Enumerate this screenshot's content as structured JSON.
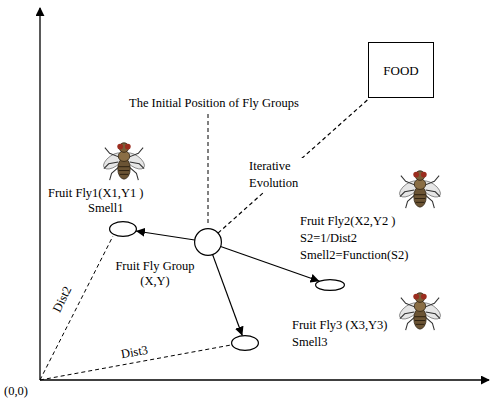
{
  "diagram": {
    "nodes": [
      {
        "text": [
          "FOOD"
        ]
      },
      {
        "text": [
          "Fruit Fly1(X1,Y1 )",
          "Smell1"
        ]
      },
      {
        "text": [
          "Fruit Fly Group (X,Y)"
        ]
      },
      {
        "text": [
          "Fruit Fly2(X2,Y2 )",
          "S2=1/Dist2",
          "Smell2=Function(S2)"
        ]
      },
      {
        "text": [
          "Fruit Fly3 (X3,Y3)",
          "Smell3"
        ]
      }
    ],
    "edges": [
      {
        "from": 2,
        "to": 0,
        "label": "Iterative Evolution",
        "arrow": "none"
      },
      {
        "from": 2,
        "to": 1,
        "arrow": "to"
      },
      {
        "from": 2,
        "to": 3,
        "arrow": "to"
      },
      {
        "from": 2,
        "to": 4,
        "arrow": "to"
      }
    ],
    "labels": [
      "The Initial Position of Fly Groups",
      "Dist2",
      "Dist3",
      "(0,0)"
    ]
  }
}
